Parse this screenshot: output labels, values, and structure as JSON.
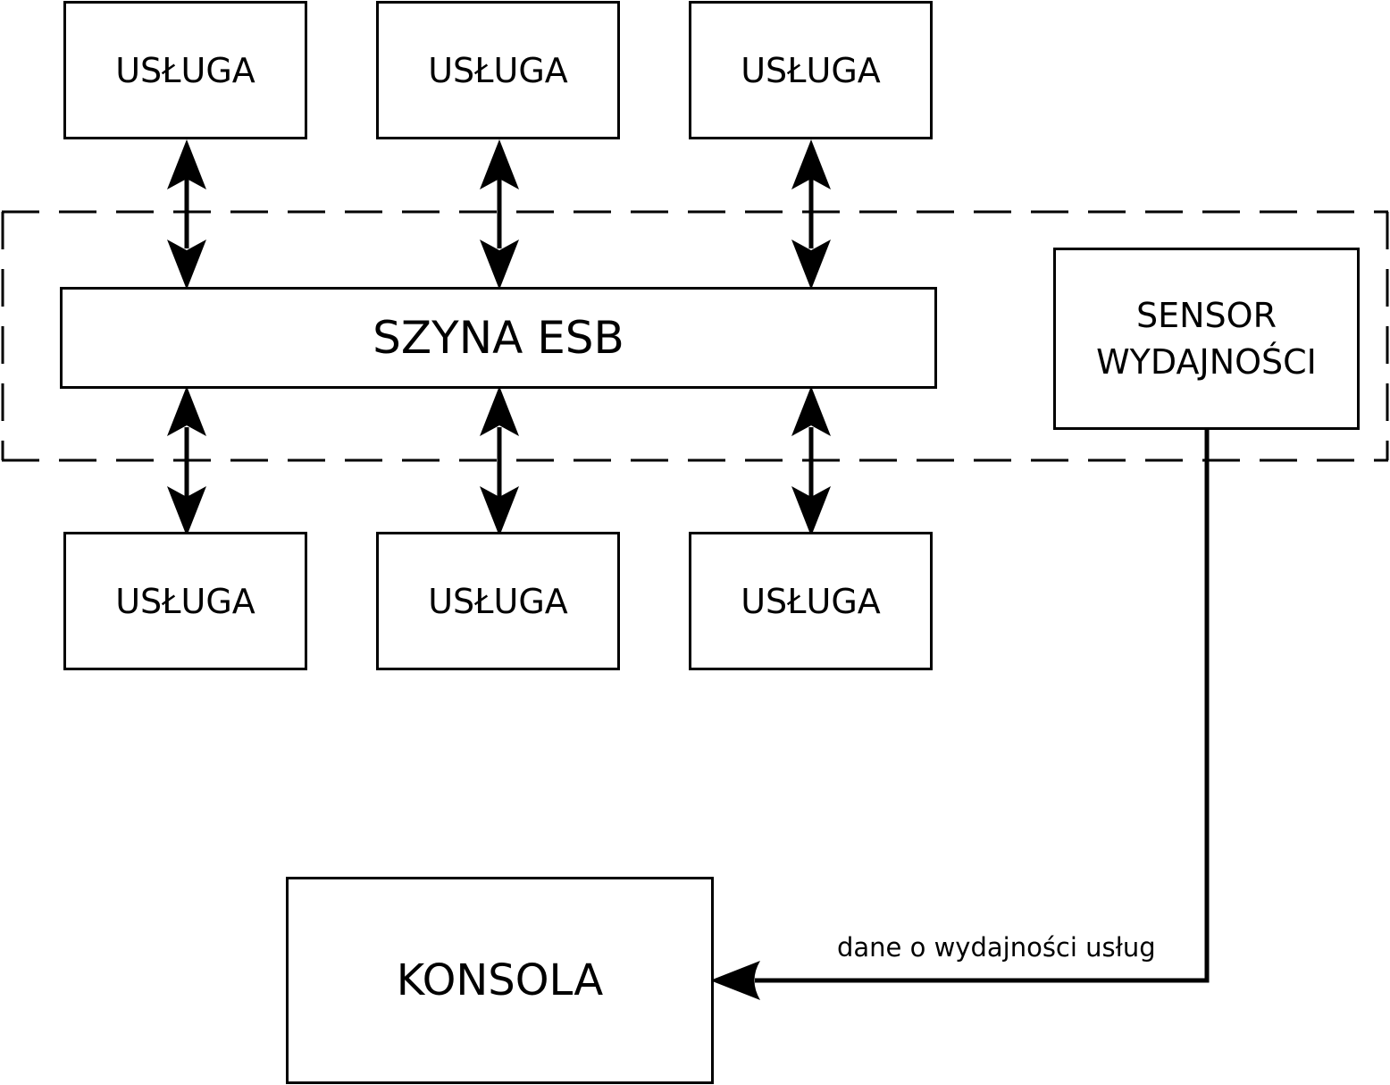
{
  "services_top": [
    {
      "label": "USŁUGA"
    },
    {
      "label": "USŁUGA"
    },
    {
      "label": "USŁUGA"
    }
  ],
  "services_bottom": [
    {
      "label": "USŁUGA"
    },
    {
      "label": "USŁUGA"
    },
    {
      "label": "USŁUGA"
    }
  ],
  "bus": {
    "label": "SZYNA ESB"
  },
  "sensor": {
    "line1": "SENSOR",
    "line2": "WYDAJNOŚCI"
  },
  "console": {
    "label": "KONSOLA"
  },
  "edge": {
    "label": "dane o wydajności usług"
  },
  "colors": {
    "stroke": "#000000",
    "background": "#ffffff"
  }
}
